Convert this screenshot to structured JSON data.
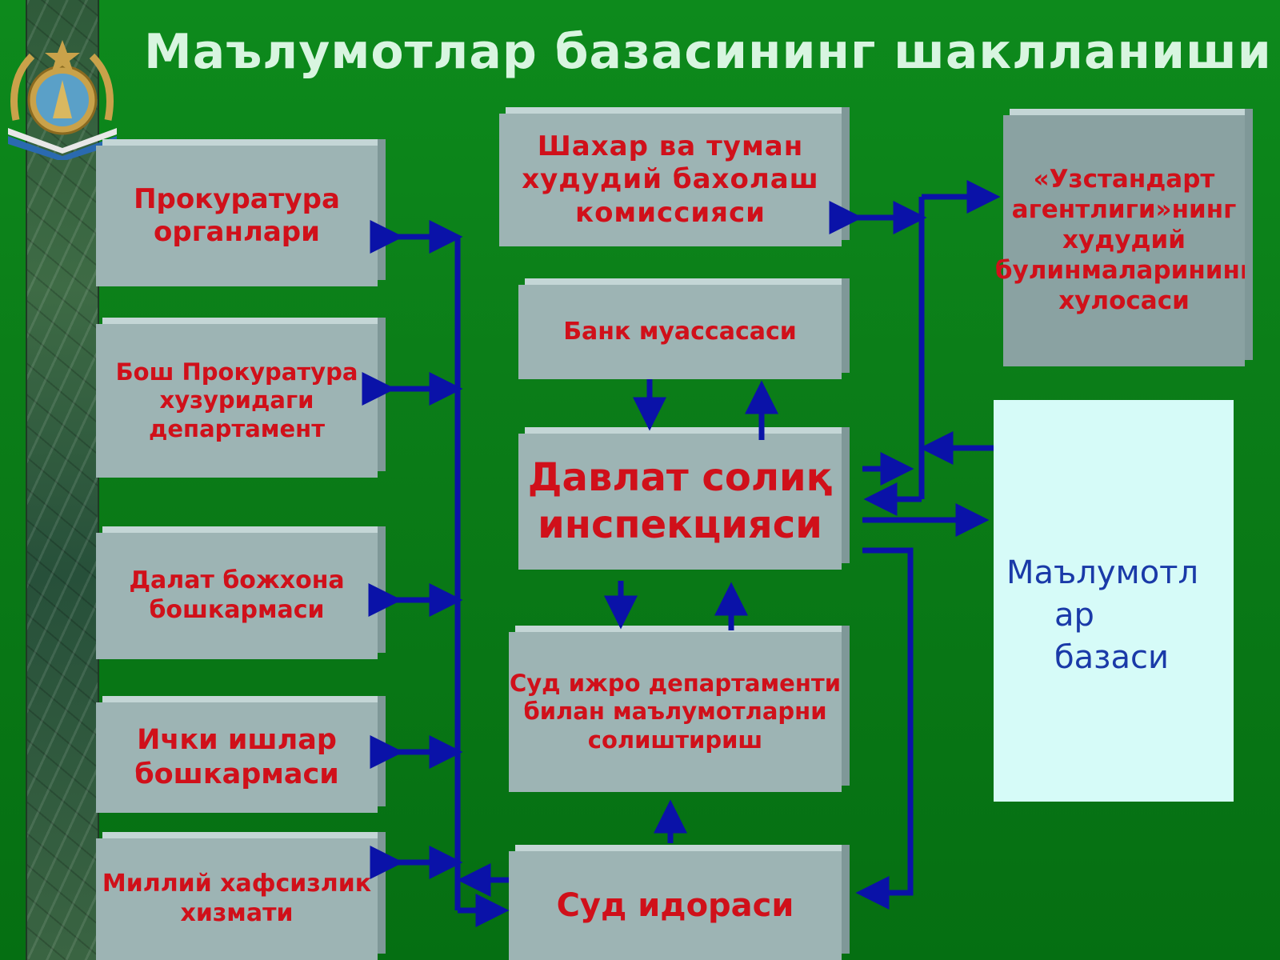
{
  "title": "Маълумотлар базасининг шаклланиши",
  "nodes": {
    "prokuratura": "Прокуратура органлари",
    "bosh_prokuratura": "Бош Прокуратура хузуридаги департамент",
    "bojxona": "Далат божхона бошкармаси",
    "ichki_ishlar": "Ички ишлар бошкармаси",
    "milliy_xavfsizlik": "Миллий хафсизлик хизмати",
    "baholash": "Шахар ва туман худудий бахолаш комиссияси",
    "bank": "Банк муассасаси",
    "soliq": "Давлат солиқ инспекцияси",
    "sud_ijro": "Суд ижро департаменти билан маълумотларни солиштириш",
    "sud": "Суд идораси",
    "uzstandart": "«Узстандарт агентлиги»нинг худудий булинмаларининг хулосаси"
  },
  "database": {
    "line1": "Маълумотл",
    "line2": "ар",
    "line3": "базаси"
  },
  "colors": {
    "background": "#0b7d18",
    "box": "#9db4b4",
    "box_text": "#d0101a",
    "arrow": "#0a12a8",
    "database_fill": "#d6fbf8",
    "database_text": "#1a3aa8",
    "title_text": "#d8f5e0"
  }
}
